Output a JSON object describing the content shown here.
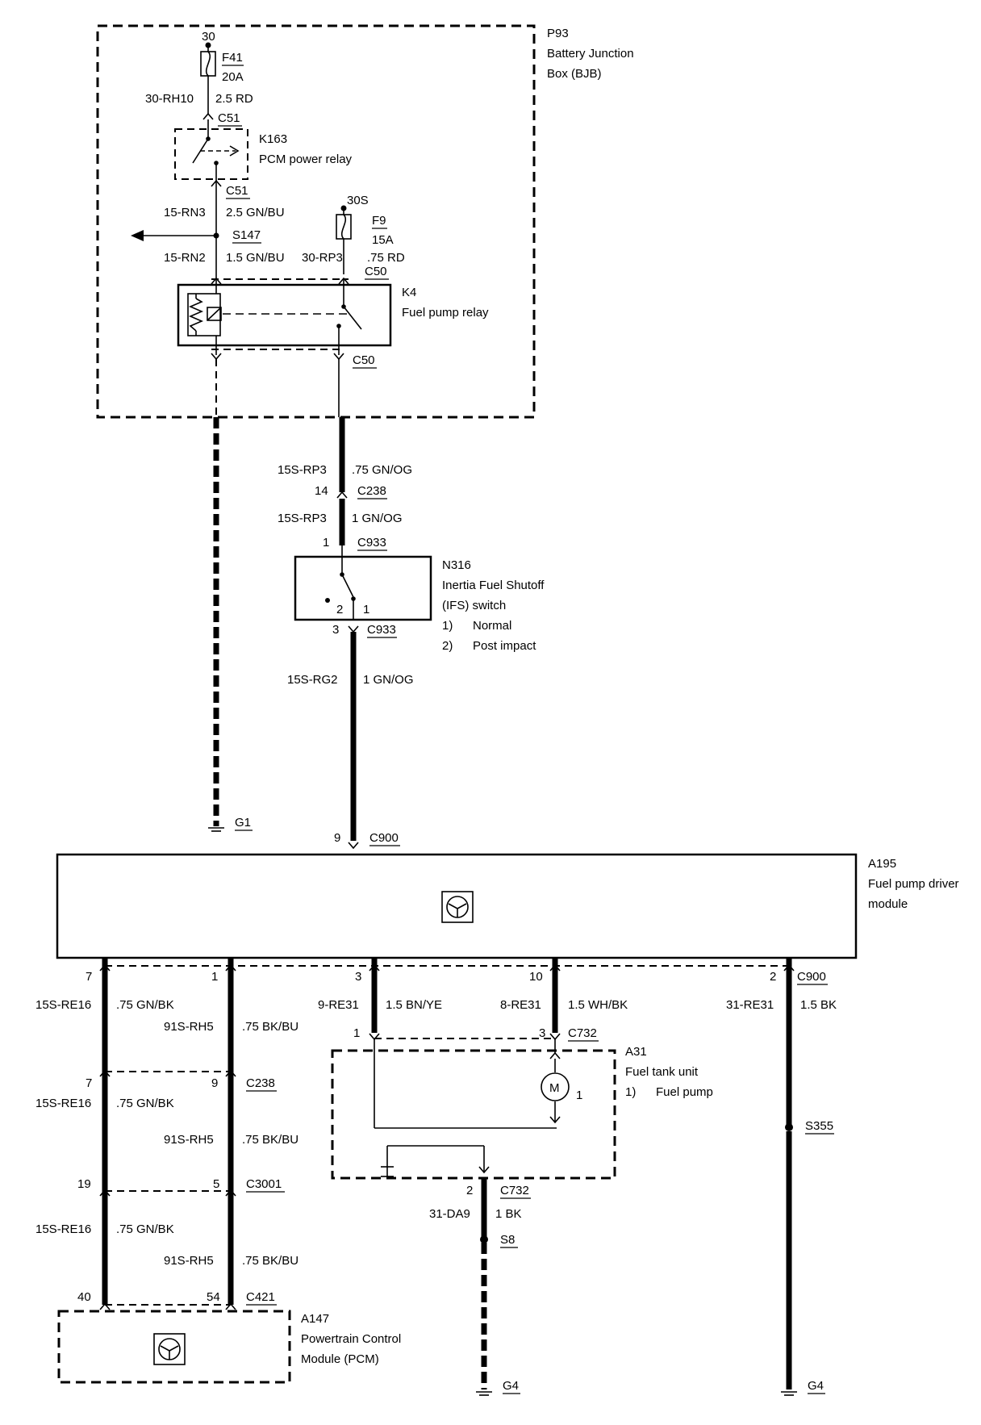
{
  "bjb": {
    "code": "P93",
    "name1": "Battery Junction",
    "name2": "Box (BJB)"
  },
  "fuse_f41": {
    "term": "30",
    "id": "F41",
    "rating": "20A"
  },
  "wire_30rh10": {
    "circuit": "30-RH10",
    "spec": "2.5 RD"
  },
  "conn_c51_top": "C51",
  "relay_k163": {
    "id": "K163",
    "name": "PCM power relay"
  },
  "conn_c51_bottom": "C51",
  "wire_15rn3": {
    "circuit": "15-RN3",
    "spec": "2.5 GN/BU"
  },
  "splice_s147": "S147",
  "wire_15rn2": {
    "circuit": "15-RN2",
    "spec": "1.5 GN/BU"
  },
  "fuse_f9": {
    "term": "30S",
    "id": "F9",
    "rating": "15A"
  },
  "wire_30rp3": {
    "circuit": "30-RP3",
    "spec": ".75 RD"
  },
  "conn_c50_top": "C50",
  "relay_k4": {
    "id": "K4",
    "name": "Fuel pump relay"
  },
  "conn_c50_bottom": "C50",
  "wire_15srp3_a": {
    "circuit": "15S-RP3",
    "spec": ".75 GN/OG"
  },
  "conn_c238_a": {
    "pin": "14",
    "id": "C238"
  },
  "wire_15srp3_b": {
    "circuit": "15S-RP3",
    "spec": "1 GN/OG"
  },
  "conn_c933_top": {
    "pin": "1",
    "id": "C933"
  },
  "ifs_switch": {
    "id": "N316",
    "name1": "Inertia Fuel Shutoff",
    "name2": "(IFS) switch",
    "pos1_num": "1)",
    "pos1": "Normal",
    "pos2_num": "2)",
    "pos2": "Post impact",
    "contact2": "2",
    "contact1": "1"
  },
  "conn_c933_bottom": {
    "pin": "3",
    "id": "C933"
  },
  "wire_15srg2": {
    "circuit": "15S-RG2",
    "spec": "1 GN/OG"
  },
  "ground_g1": "G1",
  "conn_c900_top": {
    "pin": "9",
    "id": "C900"
  },
  "module_a195": {
    "id": "A195",
    "name1": "Fuel pump driver",
    "name2": "module"
  },
  "conn_c900_bottom": {
    "pins": [
      "7",
      "1",
      "3",
      "10",
      "2"
    ],
    "id": "C900"
  },
  "wire_15sre16_a": {
    "circuit": "15S-RE16",
    "spec": ".75 GN/BK"
  },
  "wire_91srh5_a": {
    "circuit": "91S-RH5",
    "spec": ".75 BK/BU"
  },
  "wire_9re31": {
    "circuit": "9-RE31",
    "spec": "1.5 BN/YE"
  },
  "wire_8re31": {
    "circuit": "8-RE31",
    "spec": "1.5 WH/BK"
  },
  "wire_31re31": {
    "circuit": "31-RE31",
    "spec": "1.5 BK"
  },
  "conn_c732_top": {
    "pin1": "1",
    "pin3": "3",
    "id": "C732"
  },
  "fuel_tank_unit": {
    "id": "A31",
    "name": "Fuel tank unit",
    "item_num": "1)",
    "item": "Fuel pump",
    "motor": "M",
    "motor_num": "1"
  },
  "conn_c238_b": {
    "pin_left": "7",
    "pin_right": "9",
    "id": "C238"
  },
  "wire_15sre16_b": {
    "circuit": "15S-RE16",
    "spec": ".75 GN/BK"
  },
  "wire_91srh5_b": {
    "circuit": "91S-RH5",
    "spec": ".75 BK/BU"
  },
  "splice_s355": "S355",
  "conn_c3001": {
    "pin_left": "19",
    "pin_right": "5",
    "id": "C3001"
  },
  "conn_c732_bottom": {
    "pin": "2",
    "id": "C732"
  },
  "wire_31da9": {
    "circuit": "31-DA9",
    "spec": "1 BK"
  },
  "splice_s8": "S8",
  "wire_15sre16_c": {
    "circuit": "15S-RE16",
    "spec": ".75 GN/BK"
  },
  "wire_91srh5_c": {
    "circuit": "91S-RH5",
    "spec": ".75 BK/BU"
  },
  "conn_c421": {
    "pin_left": "40",
    "pin_right": "54",
    "id": "C421"
  },
  "pcm_a147": {
    "id": "A147",
    "name1": "Powertrain Control",
    "name2": "Module (PCM)"
  },
  "ground_g4_left": "G4",
  "ground_g4_right": "G4"
}
